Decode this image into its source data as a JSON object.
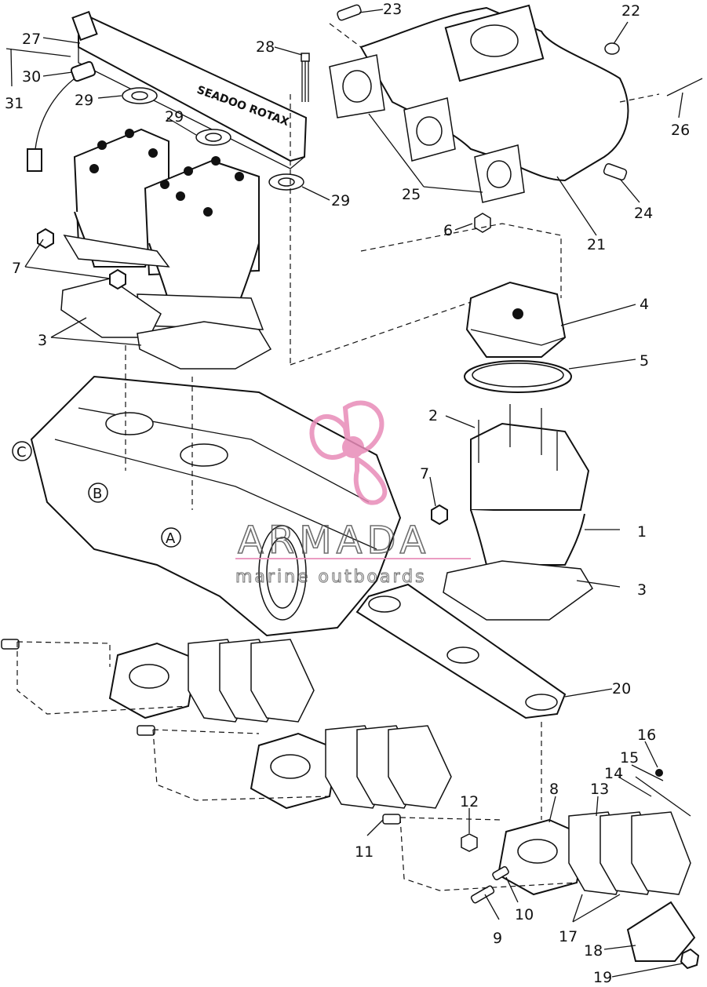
{
  "diagram": {
    "part_numbers": [
      "1",
      "2",
      "3",
      "3",
      "4",
      "5",
      "6",
      "7",
      "7",
      "8",
      "9",
      "10",
      "11",
      "12",
      "13",
      "14",
      "15",
      "16",
      "17",
      "18",
      "19",
      "20",
      "21",
      "22",
      "23",
      "24",
      "25",
      "26",
      "27",
      "28",
      "29",
      "29",
      "29",
      "30",
      "31"
    ],
    "section_markers": [
      "A",
      "B",
      "C"
    ],
    "manifold_lettering": "SEADOO ROTAX",
    "watermark": {
      "brand": "ARMADA",
      "tagline": "marine outboards",
      "accent_color": "#e88bb8"
    }
  }
}
